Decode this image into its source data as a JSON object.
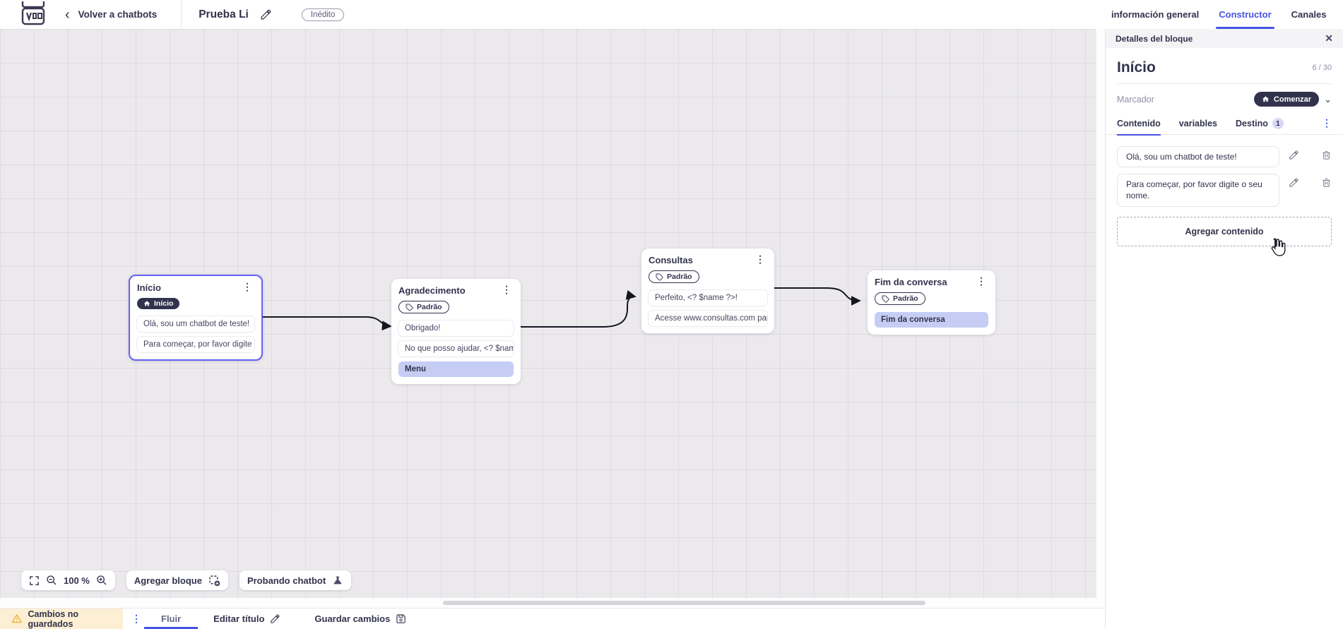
{
  "header": {
    "back_label": "Volver a chatbots",
    "title": "Prueba Li",
    "status_badge": "Inédito",
    "tabs": [
      {
        "label": "información general",
        "active": false
      },
      {
        "label": "Constructor",
        "active": true
      },
      {
        "label": "Canales",
        "active": false
      }
    ]
  },
  "canvas": {
    "controls": {
      "zoom_level": "100 %",
      "add_block": "Agregar bloque",
      "test_chatbot": "Probando chatbot"
    },
    "nodes": [
      {
        "id": "inicio",
        "title": "Início",
        "badge": "Início",
        "badge_style": "dark",
        "selected": true,
        "rows": [
          {
            "text": "Olá, sou um chatbot de teste!",
            "style": "plain"
          },
          {
            "text": "Para começar, por favor digite o ...",
            "style": "plain"
          }
        ]
      },
      {
        "id": "agradecimento",
        "title": "Agradecimento",
        "badge": "Padrão",
        "badge_style": "outline",
        "selected": false,
        "rows": [
          {
            "text": "Obrigado!",
            "style": "plain"
          },
          {
            "text": "No que posso ajudar, <? $name ...",
            "style": "plain"
          },
          {
            "text": "Menu",
            "style": "purple"
          }
        ]
      },
      {
        "id": "consultas",
        "title": "Consultas",
        "badge": "Padrão",
        "badge_style": "outline",
        "selected": false,
        "rows": [
          {
            "text": "Perfeito, <? $name ?>!",
            "style": "plain"
          },
          {
            "text": "Acesse www.consultas.com par...",
            "style": "plain"
          }
        ]
      },
      {
        "id": "fim",
        "title": "Fim da conversa",
        "badge": "Padrão",
        "badge_style": "outline",
        "selected": false,
        "rows": [
          {
            "text": "Fim da conversa",
            "style": "purple"
          }
        ]
      }
    ]
  },
  "panel": {
    "header": "Detalles del bloque",
    "block_title": "Início",
    "char_counter": "6 / 30",
    "marker_label": "Marcador",
    "marker_value": "Comenzar",
    "tabs": [
      {
        "label": "Contenido",
        "active": true
      },
      {
        "label": "variables",
        "active": false
      },
      {
        "label": "Destino",
        "active": false,
        "badge": "1"
      }
    ],
    "contents": [
      "Olá, sou um chatbot de teste!",
      "Para começar, por favor digite o seu nome."
    ],
    "add_content_label": "Agregar contenido"
  },
  "footer": {
    "unsaved_label": "Cambios no guardados",
    "flow_tab": "Fluir",
    "edit_title_label": "Editar título",
    "save_label": "Guardar cambios"
  },
  "icons": {
    "back": "‹",
    "close": "✕",
    "kebab": "⋮",
    "chevron_down": "⌄",
    "named": [
      "app-logo",
      "pencil-icon",
      "trash-icon",
      "home-icon",
      "tag-icon",
      "fullscreen-icon",
      "zoom-out-icon",
      "zoom-in-icon",
      "add-block-icon",
      "flask-icon",
      "warning-icon",
      "save-icon",
      "hand-cursor-icon"
    ]
  },
  "colors": {
    "accent": "#4653e2",
    "dark": "#32324d",
    "selected_border": "#6461f3",
    "purple_row": "#c5cdf4",
    "warning_bg": "#fcefd4",
    "warning_icon": "#f0a92e",
    "canvas_bg": "#ebe9ec"
  }
}
